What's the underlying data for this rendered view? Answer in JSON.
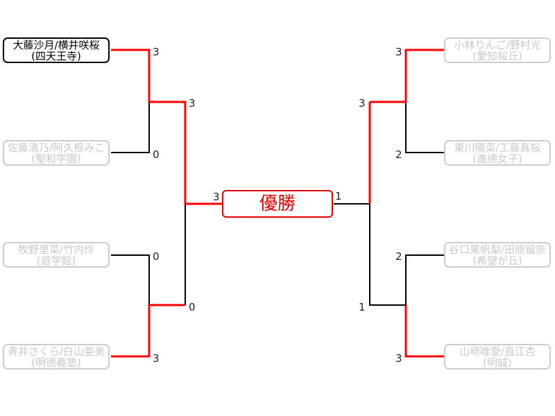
{
  "colors": {
    "win_line": "#ff0000",
    "lose_line": "#000000",
    "eliminated_text": "#c8c8c8",
    "final_accent": "#e00000"
  },
  "final": {
    "label": "優勝"
  },
  "left": {
    "players": [
      {
        "names": "大藤沙月/横井咲桜",
        "school": "(四天王寺)",
        "status": "active"
      },
      {
        "names": "佐藤清乃/阿久根みこ",
        "school": "(聖和学園)",
        "status": "eliminated"
      },
      {
        "names": "牧野里菜/竹内伶",
        "school": "(遊学館)",
        "status": "eliminated"
      },
      {
        "names": "青井さくら/白山亜美",
        "school": "(明徳義塾)",
        "status": "eliminated"
      }
    ],
    "r1_scores": [
      "3",
      "0",
      "0",
      "3"
    ],
    "sf_scores": [
      "3",
      "0"
    ],
    "final_score": "3"
  },
  "right": {
    "players": [
      {
        "names": "小林りんご/野村光",
        "school": "(愛知桜丘)",
        "status": "eliminated"
      },
      {
        "names": "東川陽菜/工藤真桜",
        "school": "(進徳女子)",
        "status": "eliminated"
      },
      {
        "names": "谷口果帆梨/田原留奈",
        "school": "(希望が丘)",
        "status": "eliminated"
      },
      {
        "names": "山﨑唯愛/直江杏",
        "school": "(明誠)",
        "status": "eliminated"
      }
    ],
    "r1_scores": [
      "3",
      "2",
      "2",
      "3"
    ],
    "sf_scores": [
      "3",
      "1"
    ],
    "final_score": "1"
  }
}
